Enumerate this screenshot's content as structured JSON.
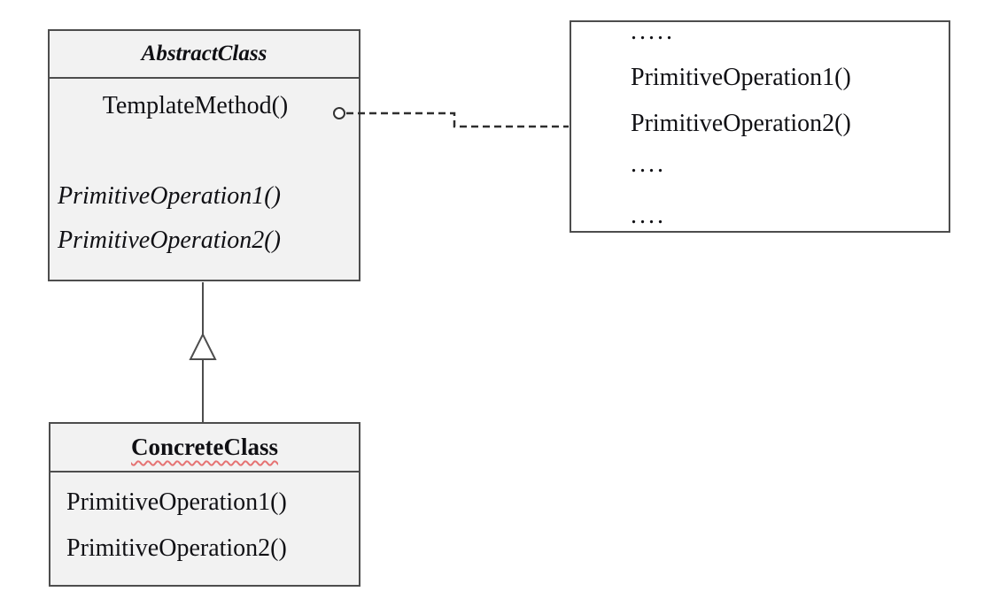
{
  "abstract_class": {
    "name": "AbstractClass",
    "methods": {
      "template_method": "TemplateMethod()",
      "primitive_op1": "PrimitiveOperation1()",
      "primitive_op2": "PrimitiveOperation2()"
    }
  },
  "concrete_class": {
    "name": "ConcreteClass",
    "methods": {
      "primitive_op1": "PrimitiveOperation1()",
      "primitive_op2": "PrimitiveOperation2()"
    }
  },
  "note_box": {
    "lines": [
      ".....",
      "PrimitiveOperation1()",
      "PrimitiveOperation2()",
      "....",
      "...."
    ]
  },
  "colors": {
    "class_fill": "#f2f2f2",
    "note_fill": "#ffffff",
    "box_border": "#4d4d4d",
    "text": "#101014",
    "squiggle_underline": "#e57373",
    "connector": "#333333"
  }
}
